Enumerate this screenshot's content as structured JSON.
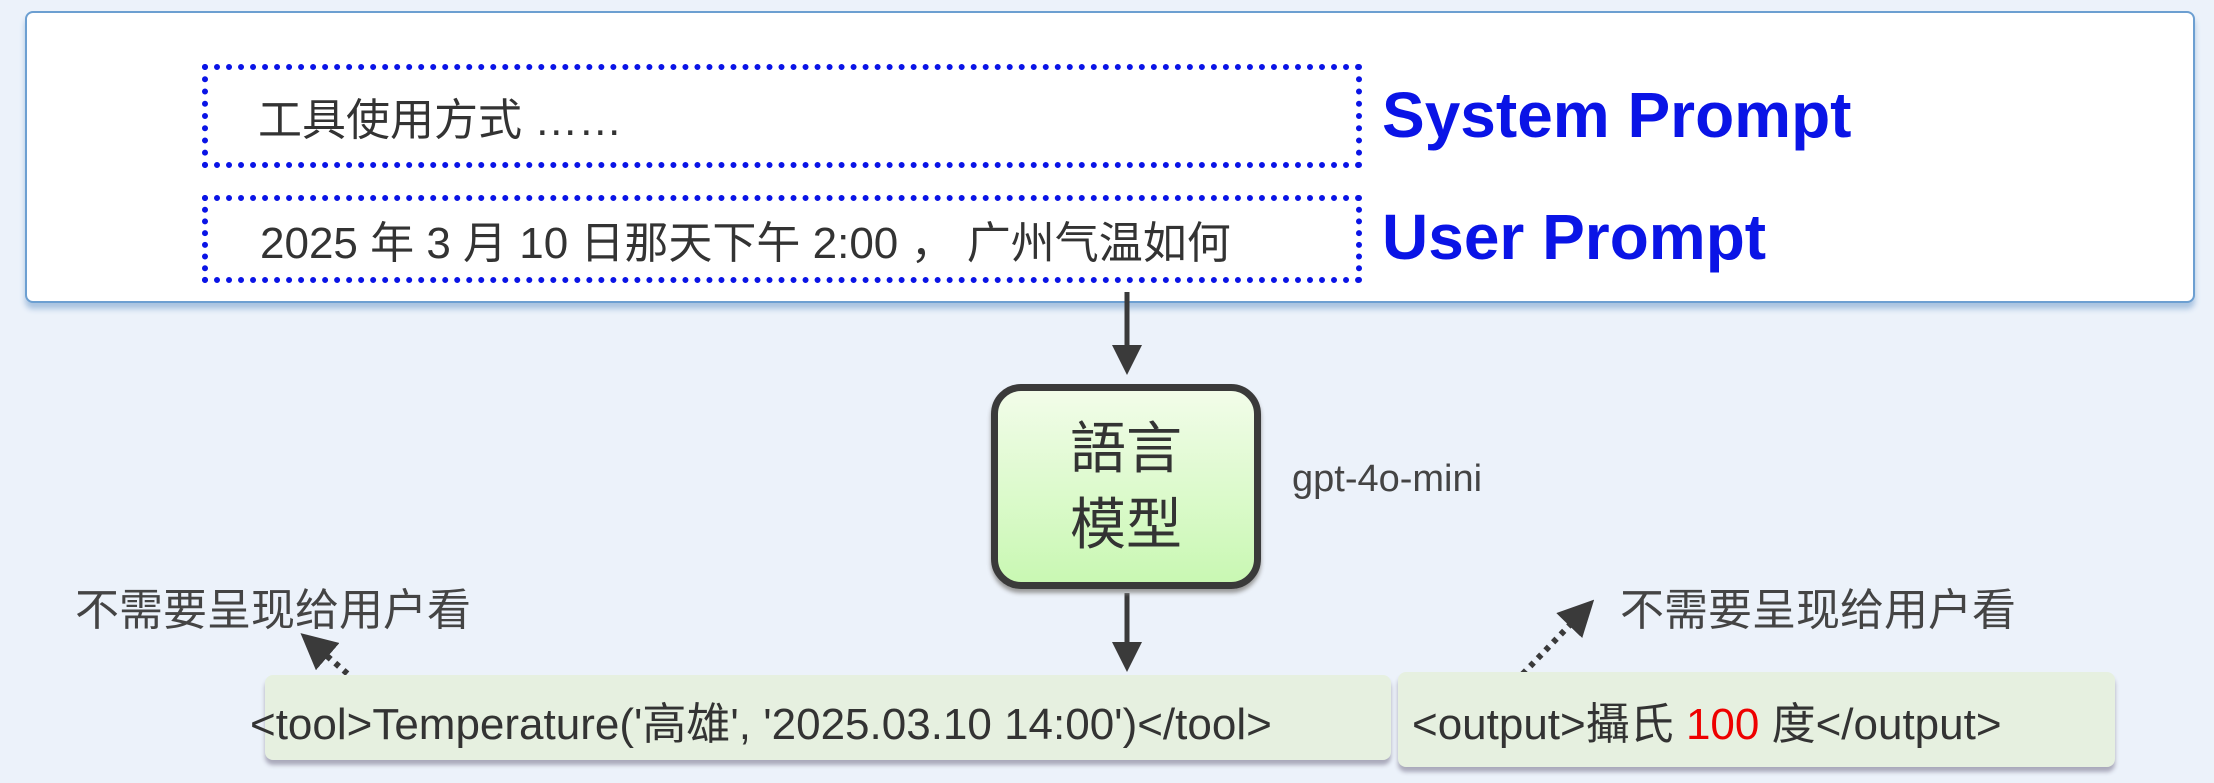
{
  "system_prompt": {
    "content": "工具使用方式 ……",
    "label": "System Prompt"
  },
  "user_prompt": {
    "content": "2025 年 3 月 10 日那天下午 2:00 ， 广州气温如何",
    "label": "User Prompt"
  },
  "model": {
    "line1": "語言",
    "line2": "模型",
    "name": "gpt-4o-mini"
  },
  "notes": {
    "left": "不需要呈现给用户看",
    "right": "不需要呈现给用户看"
  },
  "tool_call": "<tool>Temperature('高雄', '2025.03.10 14:00')</tool>",
  "output": {
    "prefix": "<output>攝氏 ",
    "value": "100",
    "suffix": " 度</output>"
  },
  "colors": {
    "prompt_blue": "#0a14e6",
    "value_red": "#e00000"
  }
}
